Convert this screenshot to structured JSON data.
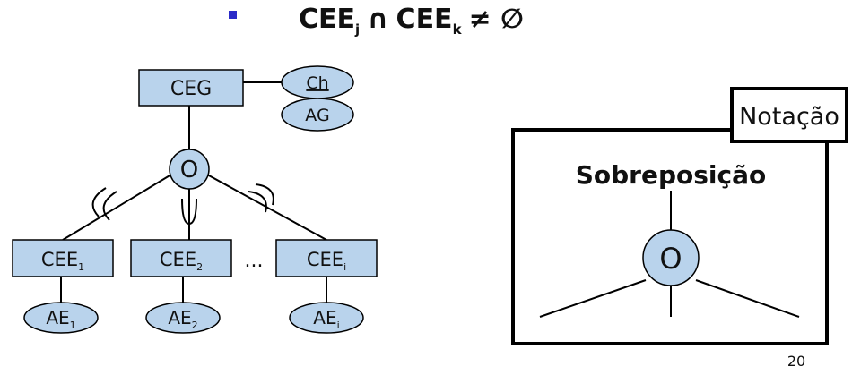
{
  "header": {
    "bullet_color": "#2B2BC8",
    "cee_left": "CEE",
    "sub_left": "j",
    "intersect_symbol": "∩",
    "cee_right": "CEE",
    "sub_right": "k",
    "relation": "≠ ∅"
  },
  "diagram": {
    "box_fill": "#B9D3EC",
    "superclass": "CEG",
    "attr_underlined": "Ch",
    "attr_plain": "AG",
    "overlap_symbol": "O",
    "subclasses": [
      {
        "label": "CEE",
        "sub": "1",
        "attr": "AE",
        "attr_sub": "1"
      },
      {
        "label": "CEE",
        "sub": "2",
        "attr": "AE",
        "attr_sub": "2"
      },
      {
        "label": "CEE",
        "sub": "i",
        "attr": "AE",
        "attr_sub": "i"
      }
    ],
    "ellipsis": "..."
  },
  "notation": {
    "tag": "Notação",
    "title": "Sobreposição",
    "symbol": "O"
  },
  "page_number": "20"
}
